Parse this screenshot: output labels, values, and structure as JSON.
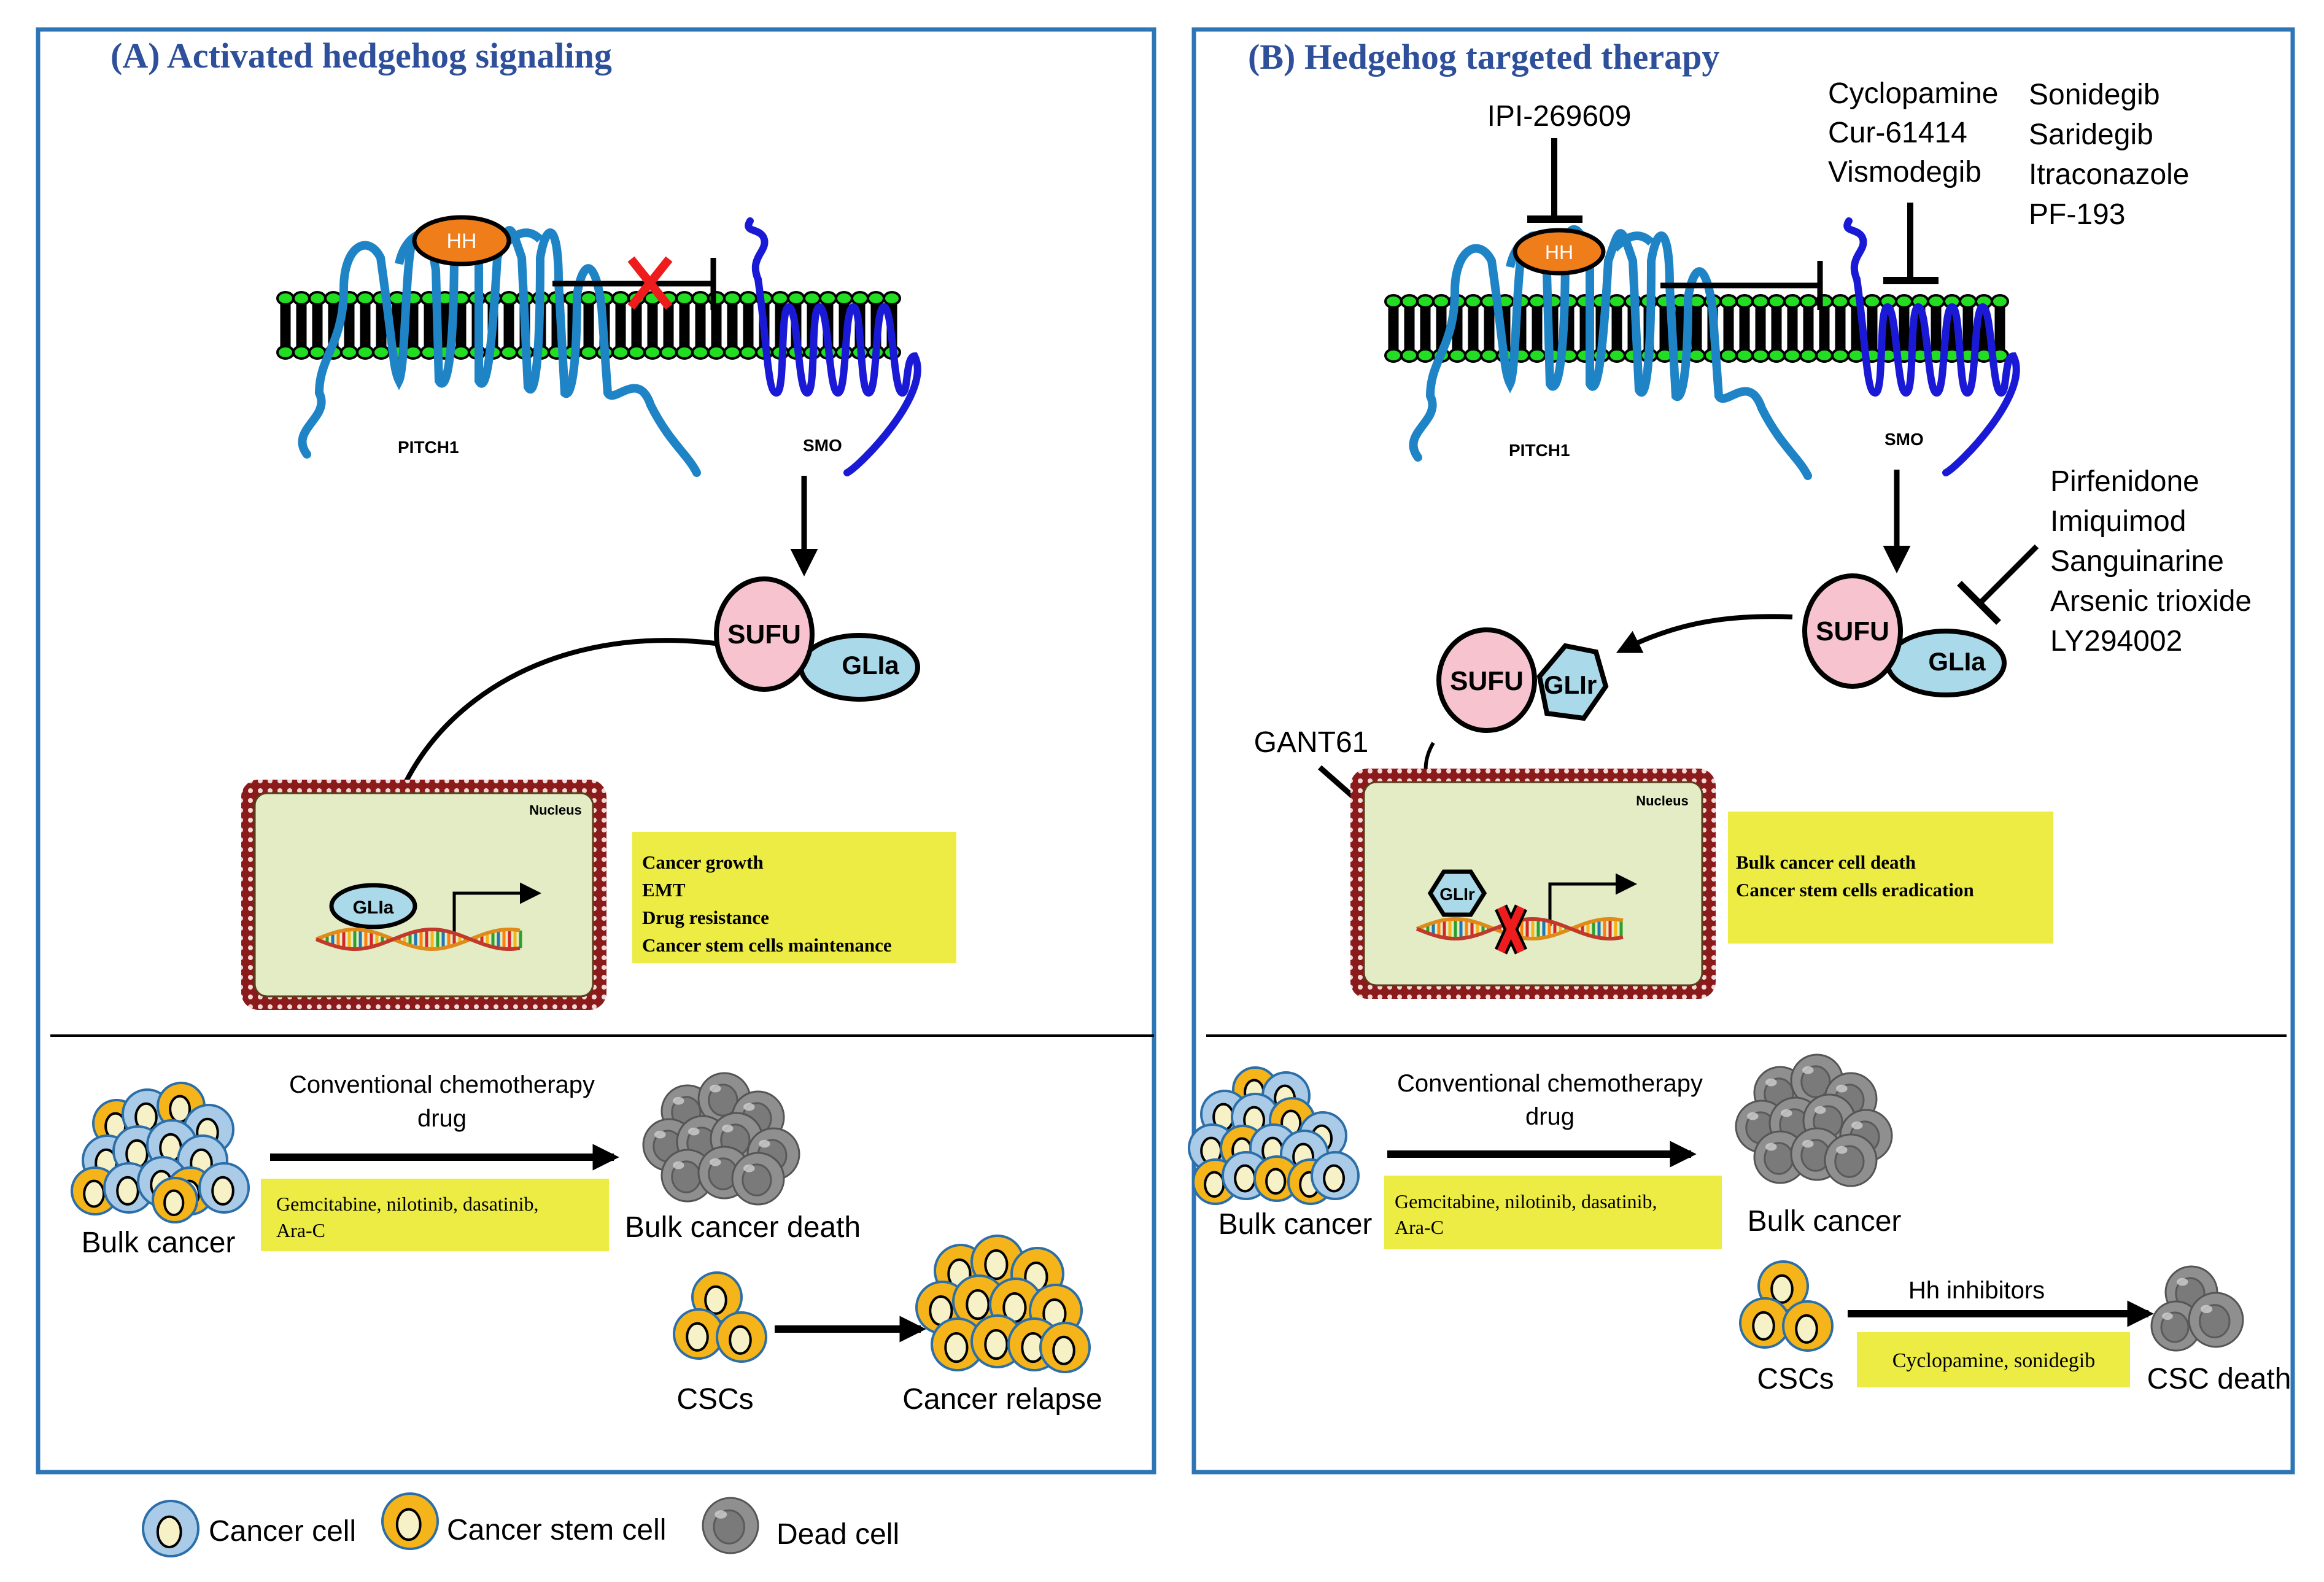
{
  "colors": {
    "panel_border": "#2e75b6",
    "title_blue": "#2e4f9a",
    "membrane_green": "#22dd22",
    "ptch_blue": "#1f84c6",
    "smo_blue": "#1a1ad6",
    "hh_orange": "#ef7d1a",
    "sufu_pink": "#f7c3cf",
    "gli_cyan": "#aad9ea",
    "nucleus_fill": "#e3ecc4",
    "nucleus_border": "#8b1a1a",
    "yellow_box": "#ecec45",
    "cancer_blue": "#a9cbe8",
    "stem_gold": "#f4b41a",
    "dead_grey": "#8f8f8f",
    "red_x": "#ee1c1c"
  },
  "panel_a": {
    "title": "(A) Activated hedgehog signaling",
    "hh": "HH",
    "pitch1": "PITCH1",
    "smo": "SMO",
    "sufu": "SUFU",
    "glia": "GLIa",
    "nucleus": "Nucleus",
    "nuclear_gli": "GLIa",
    "effects": [
      "Cancer growth",
      "EMT",
      "Drug resistance",
      "Cancer stem cells maintenance"
    ],
    "chemo_label_1": "Conventional chemotherapy",
    "chemo_label_2": "drug",
    "drugs_1": "Gemcitabine, nilotinib, dasatinib,",
    "drugs_2": "Ara-C",
    "bulk_cancer": "Bulk cancer",
    "bulk_cancer_death": "Bulk cancer death",
    "cscs": "CSCs",
    "cancer_relapse": "Cancer relapse"
  },
  "panel_b": {
    "title": "(B) Hedgehog targeted therapy",
    "hh": "HH",
    "pitch1": "PITCH1",
    "smo": "SMO",
    "ipi": "IPI-269609",
    "smo_inhibitors_1": [
      "Cyclopamine",
      "Cur-61414",
      "Vismodegib"
    ],
    "smo_inhibitors_2": [
      "Sonidegib",
      "Saridegib",
      "Itraconazole",
      "PF-193"
    ],
    "gli_inhibitors": [
      "Pirfenidone",
      "Imiquimod",
      "Sanguinarine",
      "Arsenic trioxide",
      "LY294002"
    ],
    "sufu": "SUFU",
    "glia": "GLIa",
    "glir": "GLIr",
    "gant61": "GANT61",
    "nucleus": "Nucleus",
    "nuclear_gli": "GLIr",
    "effects": [
      "Bulk cancer cell death",
      "Cancer stem cells eradication"
    ],
    "chemo_label_1": "Conventional chemotherapy",
    "chemo_label_2": "drug",
    "drugs_1": "Gemcitabine, nilotinib, dasatinib,",
    "drugs_2": "Ara-C",
    "bulk_cancer": "Bulk cancer",
    "bulk_cancer_result": "Bulk cancer",
    "hh_inhibitors": "Hh inhibitors",
    "hh_inhibitor_drugs": "Cyclopamine, sonidegib",
    "cscs": "CSCs",
    "csc_death": "CSC death"
  },
  "legend": {
    "cancer_cell": "Cancer cell",
    "cancer_stem_cell": "Cancer stem cell",
    "dead_cell": "Dead cell"
  }
}
